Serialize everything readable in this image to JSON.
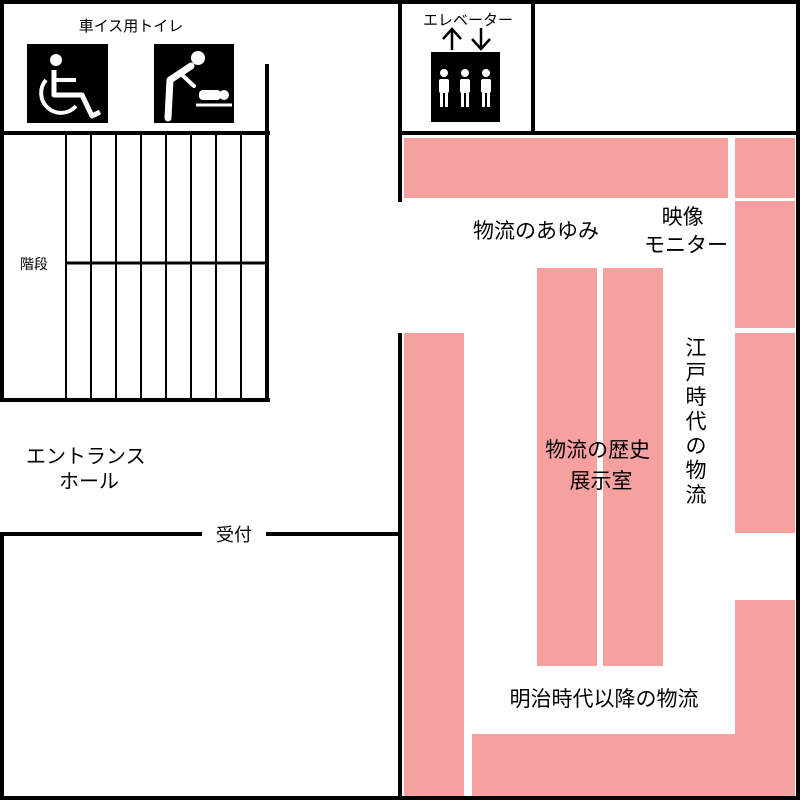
{
  "labels": {
    "accessible_toilet": "車イス用トイレ",
    "elevator": "エレベーター",
    "stairs": "階段",
    "entrance_hall_line1": "エントランス",
    "entrance_hall_line2": "ホール",
    "reception": "受付",
    "logistics_progress": "物流のあゆみ",
    "video_monitor_line1": "映像",
    "video_monitor_line2": "モニター",
    "edo_logistics": "江戸時代の物流",
    "history_room_line1": "物流の歴史",
    "history_room_line2": "展示室",
    "meiji_logistics": "明治時代以降の物流"
  },
  "colors": {
    "exhibit_fill": "#f6a0a0",
    "wall": "#000000",
    "background": "#ffffff"
  },
  "icons": [
    "wheelchair-icon",
    "baby-changing-icon",
    "elevator-people-icon",
    "arrow-up-icon",
    "arrow-down-icon"
  ]
}
